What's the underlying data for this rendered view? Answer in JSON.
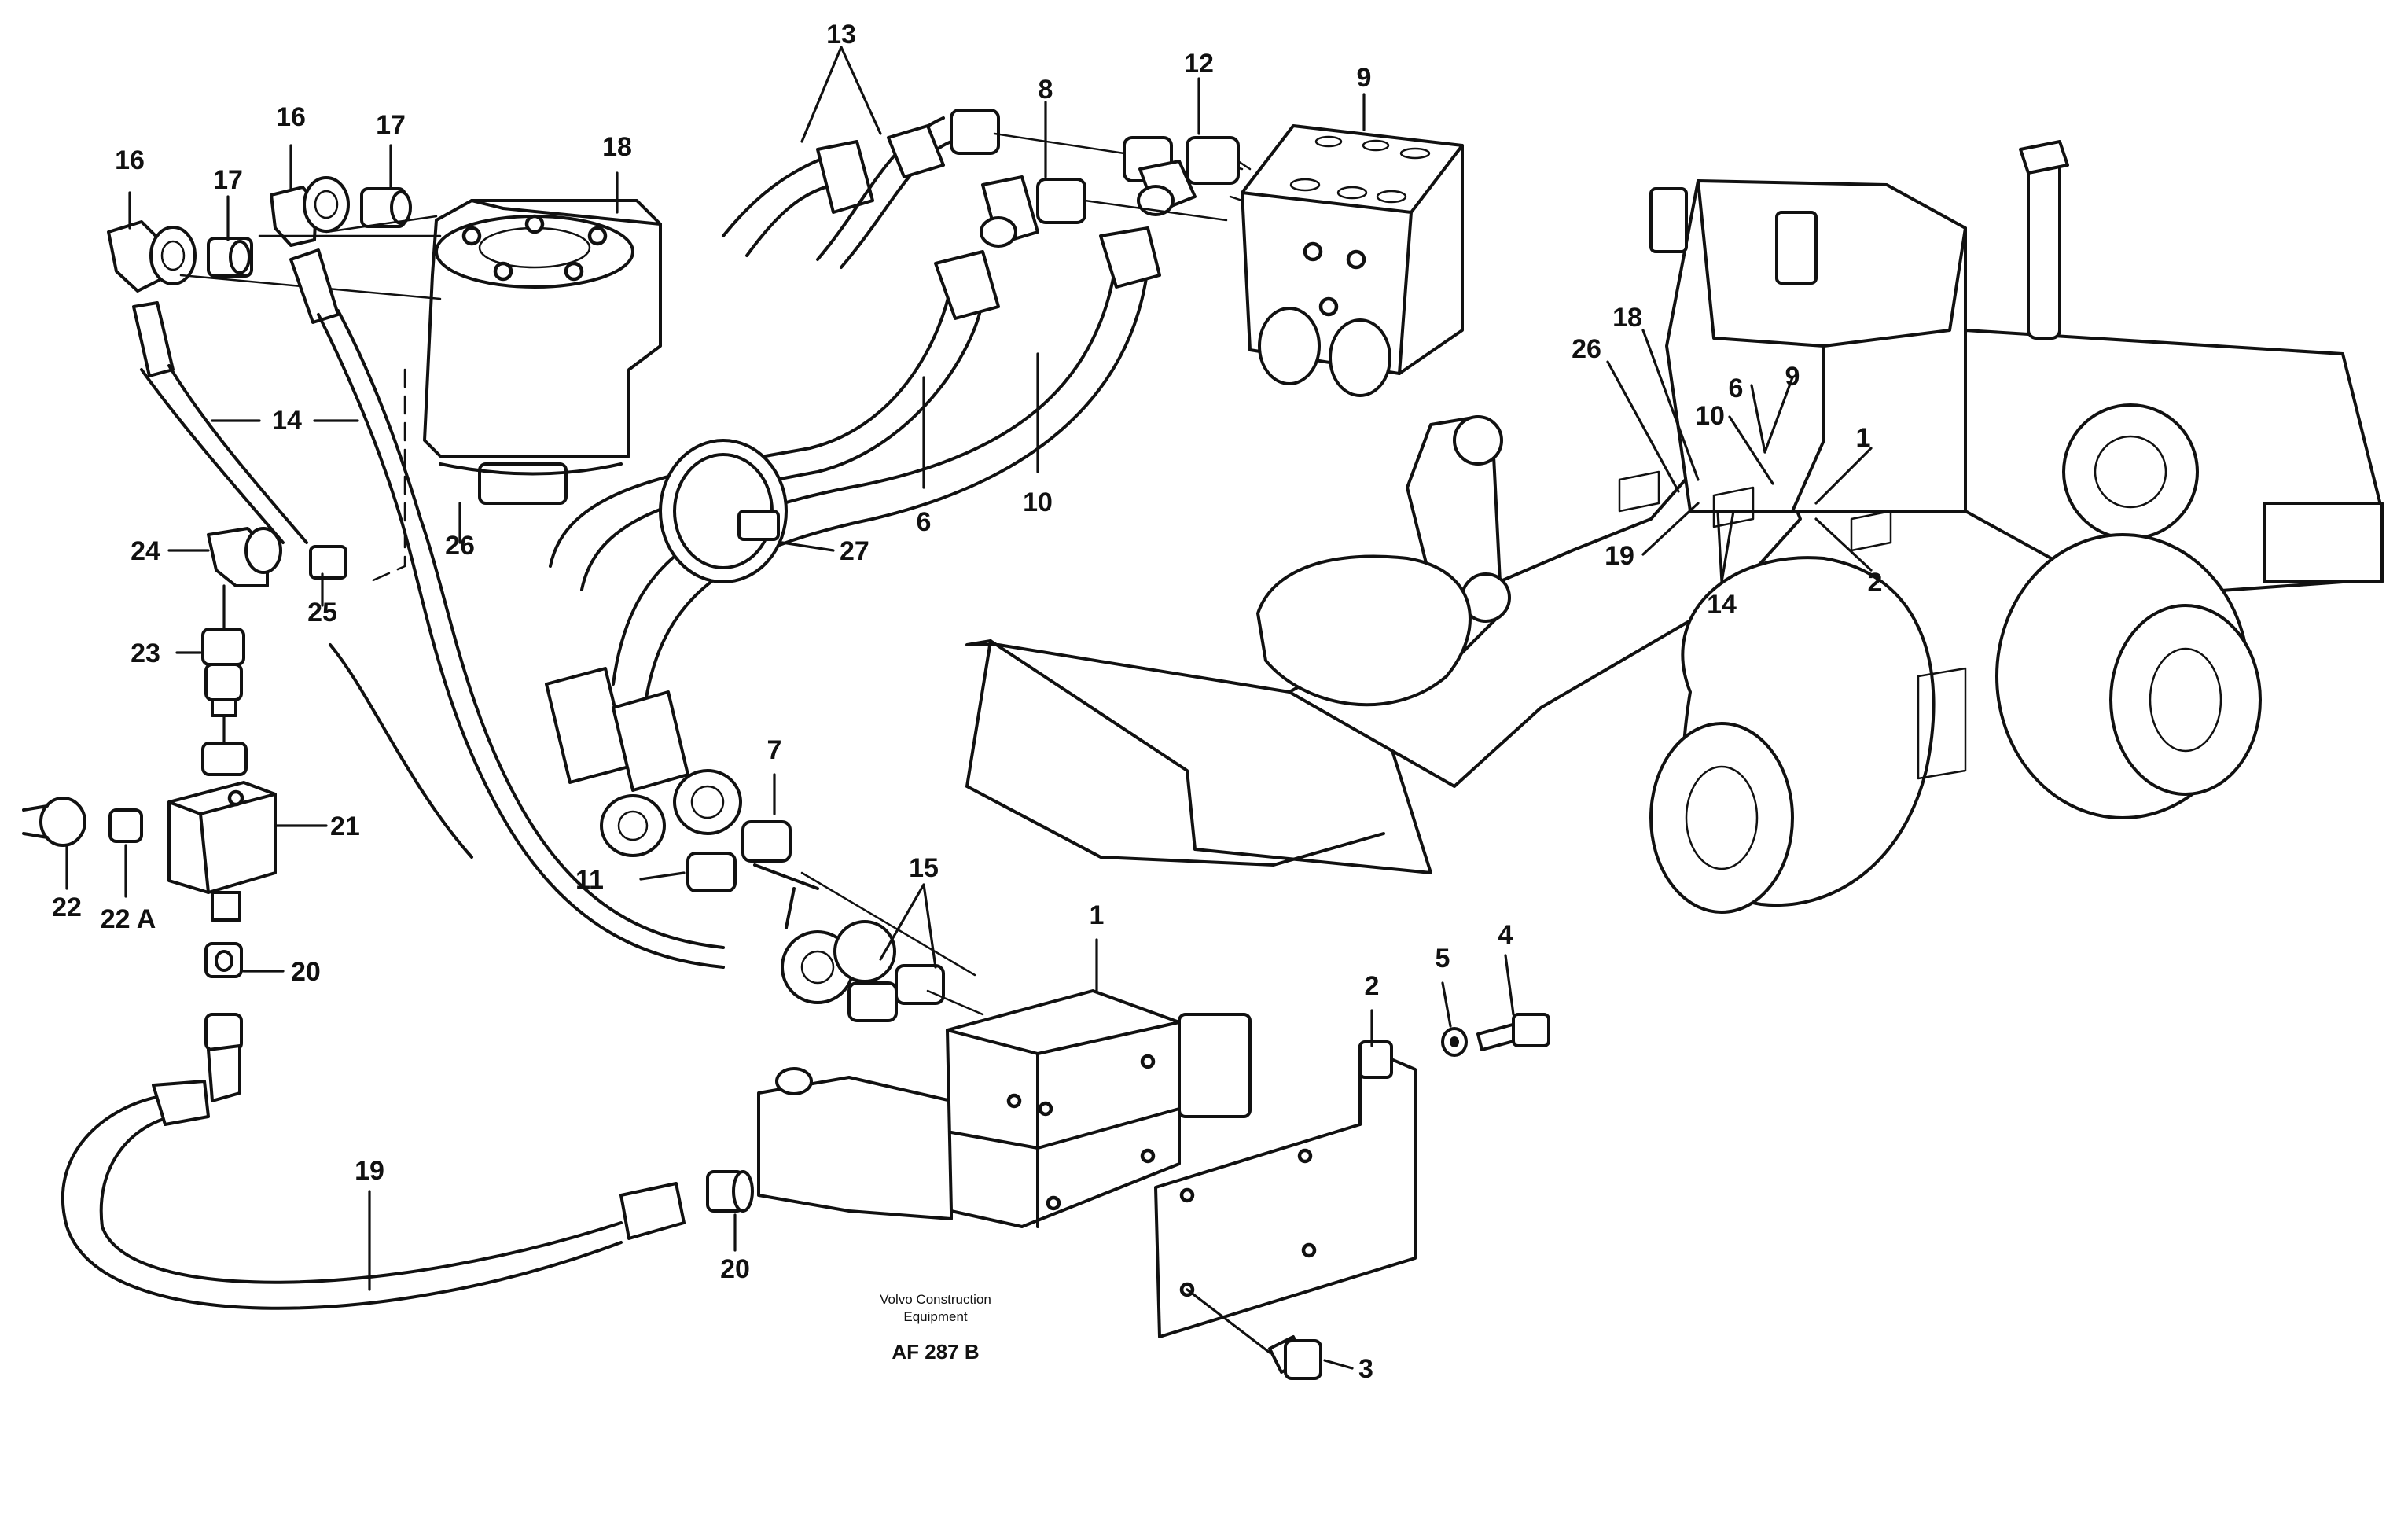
{
  "figure": {
    "maker": "Volvo Construction",
    "maker_line2": "Equipment",
    "figure_code": "AF 287 B"
  },
  "callouts": [
    {
      "id": "c-13",
      "text": "13"
    },
    {
      "id": "c-12",
      "text": "12"
    },
    {
      "id": "c-9",
      "text": "9"
    },
    {
      "id": "c-8",
      "text": "8"
    },
    {
      "id": "c-18",
      "text": "18"
    },
    {
      "id": "c-16a",
      "text": "16"
    },
    {
      "id": "c-17a",
      "text": "17"
    },
    {
      "id": "c-16b",
      "text": "16"
    },
    {
      "id": "c-17b",
      "text": "17"
    },
    {
      "id": "c-14",
      "text": "14"
    },
    {
      "id": "c-26",
      "text": "26"
    },
    {
      "id": "c-6",
      "text": "6"
    },
    {
      "id": "c-10",
      "text": "10"
    },
    {
      "id": "c-27",
      "text": "27"
    },
    {
      "id": "c-24",
      "text": "24"
    },
    {
      "id": "c-25",
      "text": "25"
    },
    {
      "id": "c-23",
      "text": "23"
    },
    {
      "id": "c-21",
      "text": "21"
    },
    {
      "id": "c-22",
      "text": "22"
    },
    {
      "id": "c-22a",
      "text": "22 A"
    },
    {
      "id": "c-20a",
      "text": "20"
    },
    {
      "id": "c-7",
      "text": "7"
    },
    {
      "id": "c-11",
      "text": "11"
    },
    {
      "id": "c-15",
      "text": "15"
    },
    {
      "id": "c-1",
      "text": "1"
    },
    {
      "id": "c-2",
      "text": "2"
    },
    {
      "id": "c-5",
      "text": "5"
    },
    {
      "id": "c-4",
      "text": "4"
    },
    {
      "id": "c-3",
      "text": "3"
    },
    {
      "id": "c-19",
      "text": "19"
    },
    {
      "id": "c-20b",
      "text": "20"
    },
    {
      "id": "m-18",
      "text": "18"
    },
    {
      "id": "m-26",
      "text": "26"
    },
    {
      "id": "m-6",
      "text": "6"
    },
    {
      "id": "m-9",
      "text": "9"
    },
    {
      "id": "m-10",
      "text": "10"
    },
    {
      "id": "m-1",
      "text": "1"
    },
    {
      "id": "m-19",
      "text": "19"
    },
    {
      "id": "m-2",
      "text": "2"
    },
    {
      "id": "m-14",
      "text": "14"
    }
  ]
}
